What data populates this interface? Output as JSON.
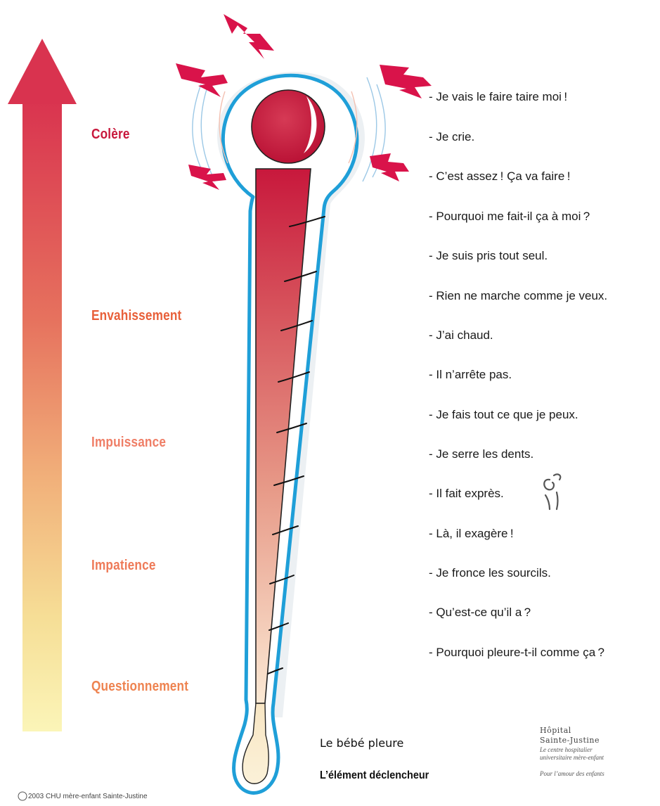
{
  "levels": [
    {
      "label": "Colère",
      "color": "#c8183c"
    },
    {
      "label": "Envahissement",
      "color": "#e8603a"
    },
    {
      "label": "Impuissance",
      "color": "#ef7e66"
    },
    {
      "label": "Impatience",
      "color": "#ee7a58"
    },
    {
      "label": "Questionnement",
      "color": "#ee8350"
    }
  ],
  "thoughts": [
    "- Je vais le faire taire moi !",
    "- Je crie.",
    "- C’est assez ! Ça va faire !",
    "- Pourquoi me fait-il ça à moi ?",
    "- Je suis pris tout seul.",
    "- Rien ne marche comme je veux.",
    "- J’ai chaud.",
    "- Il n’arrête pas.",
    "- Je fais tout ce que je peux.",
    "- Je serre les dents.",
    "- Il fait exprès.",
    "- Là, il exagère !",
    "- Je fronce les sourcils.",
    "-  Qu’est-ce qu’il a ?",
    "- Pourquoi pleure-t-il comme ça ?"
  ],
  "trigger": {
    "text": "Le bébé pleure",
    "title": "L’élément déclencheur"
  },
  "logo": {
    "line1": "Hôpital",
    "line2": "Sainte-Justine",
    "tagline1": "Le centre hospitalier",
    "tagline2": "universitaire mère-enfant",
    "motto": "Pour l’amour des enfants"
  },
  "copyright": "2003 CHU mère-enfant Sainte-Justine",
  "colors": {
    "arrow_top": "#d9334f",
    "arrow_bottom": "#fbf5b8",
    "thermometer_outline": "#1f9fd8",
    "mercury_top": "#c8183c",
    "mercury_bottom": "#fbe9d4",
    "lightning": "#d9134a"
  }
}
